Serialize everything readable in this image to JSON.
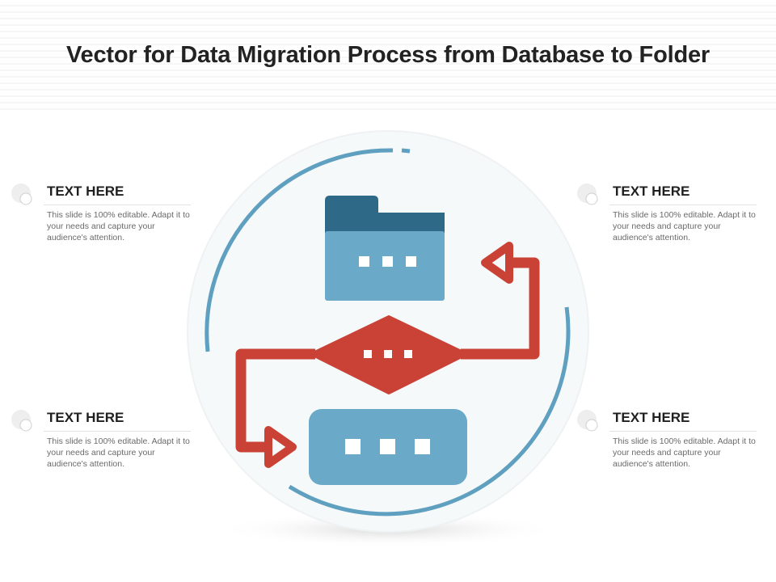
{
  "title": "Vector for Data Migration Process from Database to Folder",
  "callouts": [
    {
      "heading": "TEXT HERE",
      "body": "This slide is 100% editable. Adapt it to your needs and capture your audience's attention."
    },
    {
      "heading": "TEXT HERE",
      "body": "This slide is 100% editable. Adapt it to your needs and capture your audience's attention."
    },
    {
      "heading": "TEXT HERE",
      "body": "This slide is 100% editable. Adapt it to your needs and capture your audience's attention."
    },
    {
      "heading": "TEXT HERE",
      "body": "This slide is 100% editable. Adapt it to your needs and capture your audience's attention."
    }
  ],
  "colors": {
    "accent_red": "#c94235",
    "folder_tab": "#2e6a87",
    "folder_body": "#6aa9c8",
    "ring": "#5fa0c0",
    "circle_bg": "#f5f8f9"
  },
  "icons": [
    "folder-icon",
    "decision-diamond-icon",
    "database-block-icon",
    "migration-arrow-icon"
  ]
}
